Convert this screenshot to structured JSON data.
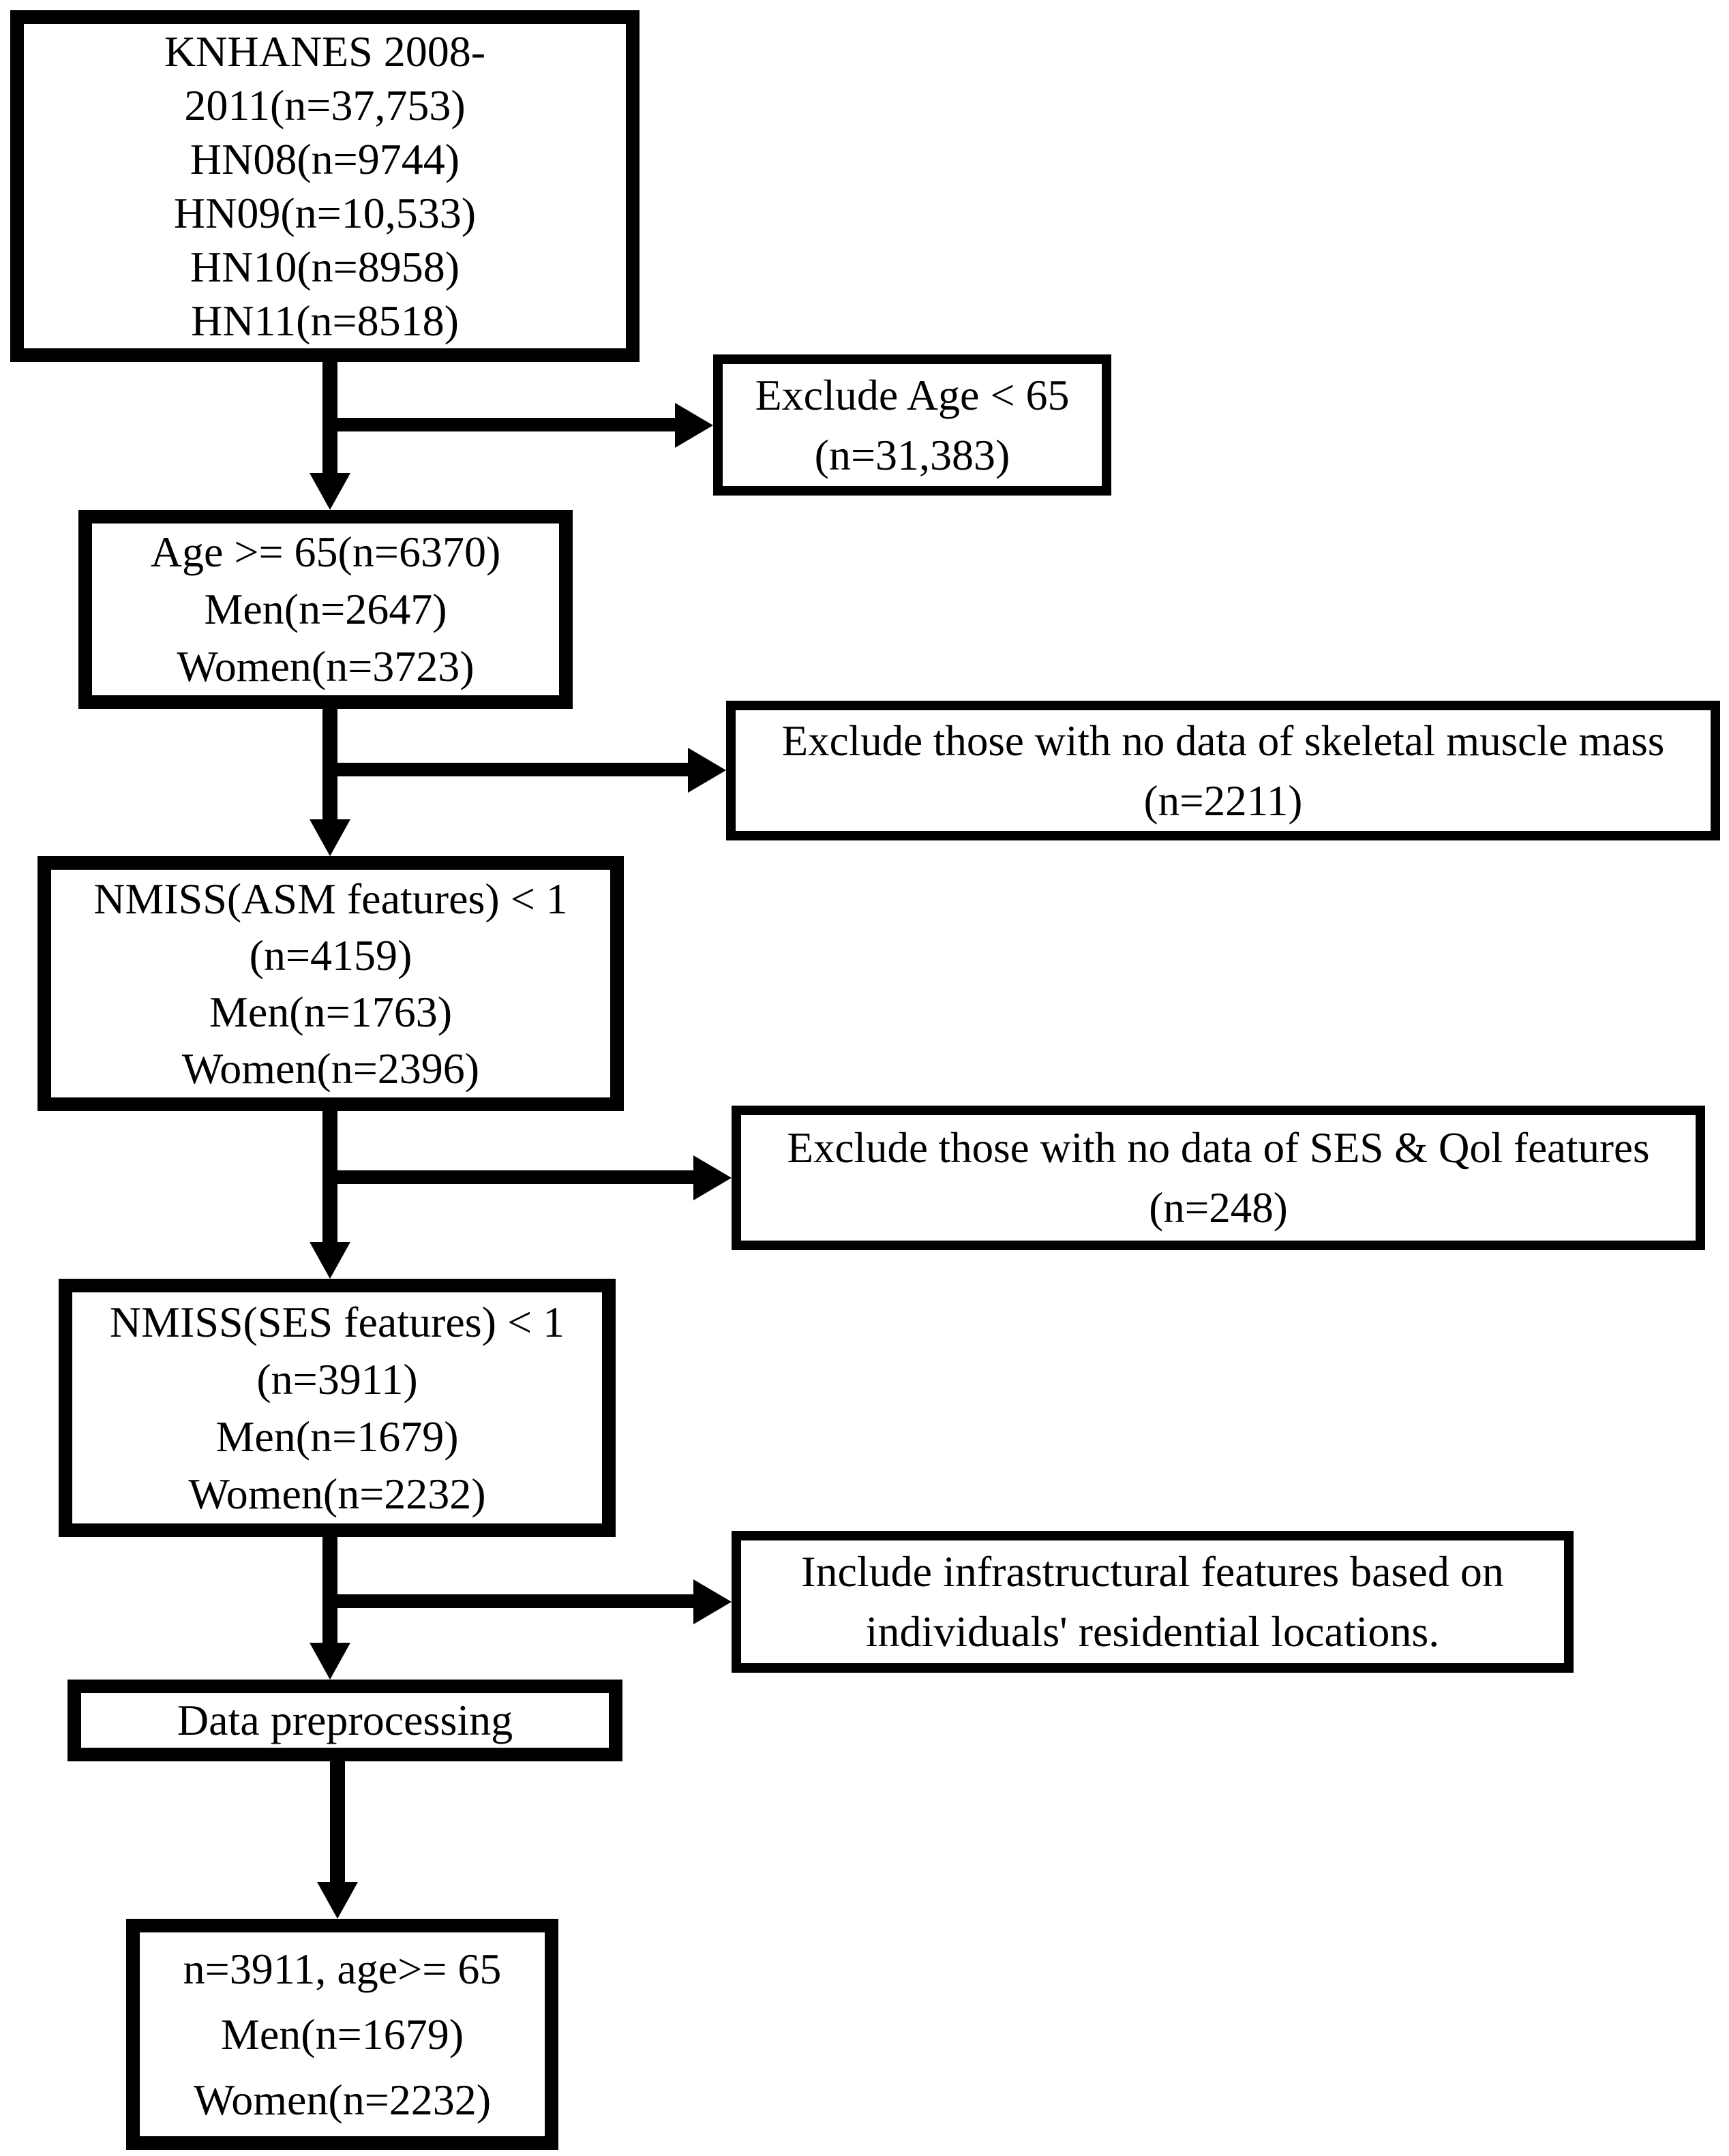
{
  "diagram": {
    "title": "KNHANES participant selection flowchart",
    "colors": {
      "box_border": "#000000",
      "connector": "#000000",
      "text": "#000000",
      "background": "#ffffff"
    },
    "boxes": {
      "knhanes": {
        "lines": [
          "KNHANES 2008-",
          "2011(n=37,753)",
          "HN08(n=9744)",
          "HN09(n=10,533)",
          "HN10(n=8958)",
          "HN11(n=8518)"
        ]
      },
      "exclude_age": {
        "lines": [
          "Exclude Age < 65",
          "(n=31,383)"
        ]
      },
      "age65": {
        "lines": [
          "Age >= 65(n=6370)",
          "Men(n=2647)",
          "Women(n=3723)"
        ]
      },
      "exclude_muscle": {
        "lines": [
          "Exclude those with no data of skeletal muscle mass",
          "(n=2211)"
        ]
      },
      "nmiss_asm": {
        "lines": [
          "NMISS(ASM features) < 1",
          "(n=4159)",
          "Men(n=1763)",
          "Women(n=2396)"
        ]
      },
      "exclude_ses": {
        "lines": [
          "Exclude those with no data of SES & Qol features",
          "(n=248)"
        ]
      },
      "nmiss_ses": {
        "lines": [
          "NMISS(SES features) < 1",
          "(n=3911)",
          "Men(n=1679)",
          "Women(n=2232)"
        ]
      },
      "include_infra": {
        "lines": [
          "Include infrastructural features based on",
          "individuals' residential locations."
        ]
      },
      "preprocessing": {
        "lines": [
          "Data preprocessing"
        ]
      },
      "final": {
        "lines": [
          "n=3911, age>= 65",
          "Men(n=1679)",
          "Women(n=2232)"
        ]
      }
    }
  }
}
